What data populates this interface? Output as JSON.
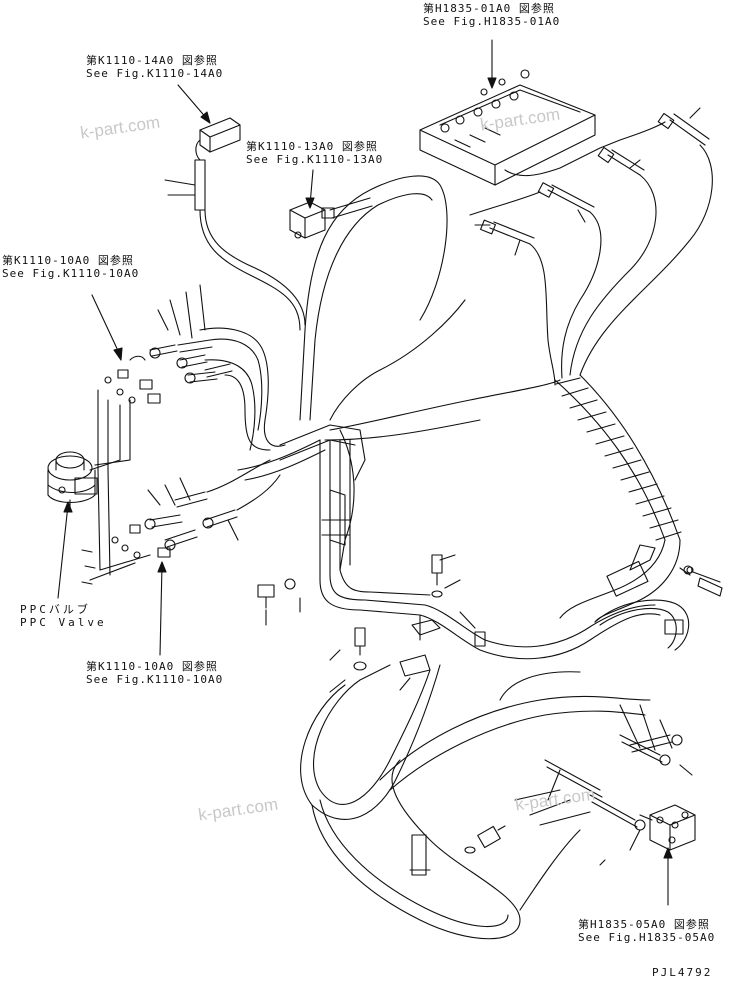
{
  "references": [
    {
      "id": "ref-h1835-01a0",
      "jp": "第H1835-01A0 図参照",
      "en": "See Fig.H1835-01A0"
    },
    {
      "id": "ref-k1110-14a0",
      "jp": "第K1110-14A0 図参照",
      "en": "See Fig.K1110-14A0"
    },
    {
      "id": "ref-k1110-13a0",
      "jp": "第K1110-13A0 図参照",
      "en": "See Fig.K1110-13A0"
    },
    {
      "id": "ref-k1110-10a0-top",
      "jp": "第K1110-10A0 図参照",
      "en": "See Fig.K1110-10A0"
    },
    {
      "id": "ref-k1110-10a0-bottom",
      "jp": "第K1110-10A0 図参照",
      "en": "See Fig.K1110-10A0"
    },
    {
      "id": "ref-h1835-05a0",
      "jp": "第H1835-05A0 図参照",
      "en": "See Fig.H1835-05A0"
    }
  ],
  "ppc_valve": {
    "jp": "PPCバルブ",
    "en": "PPC Valve"
  },
  "watermark": "k-part.com",
  "drawing_number": "PJL4792"
}
